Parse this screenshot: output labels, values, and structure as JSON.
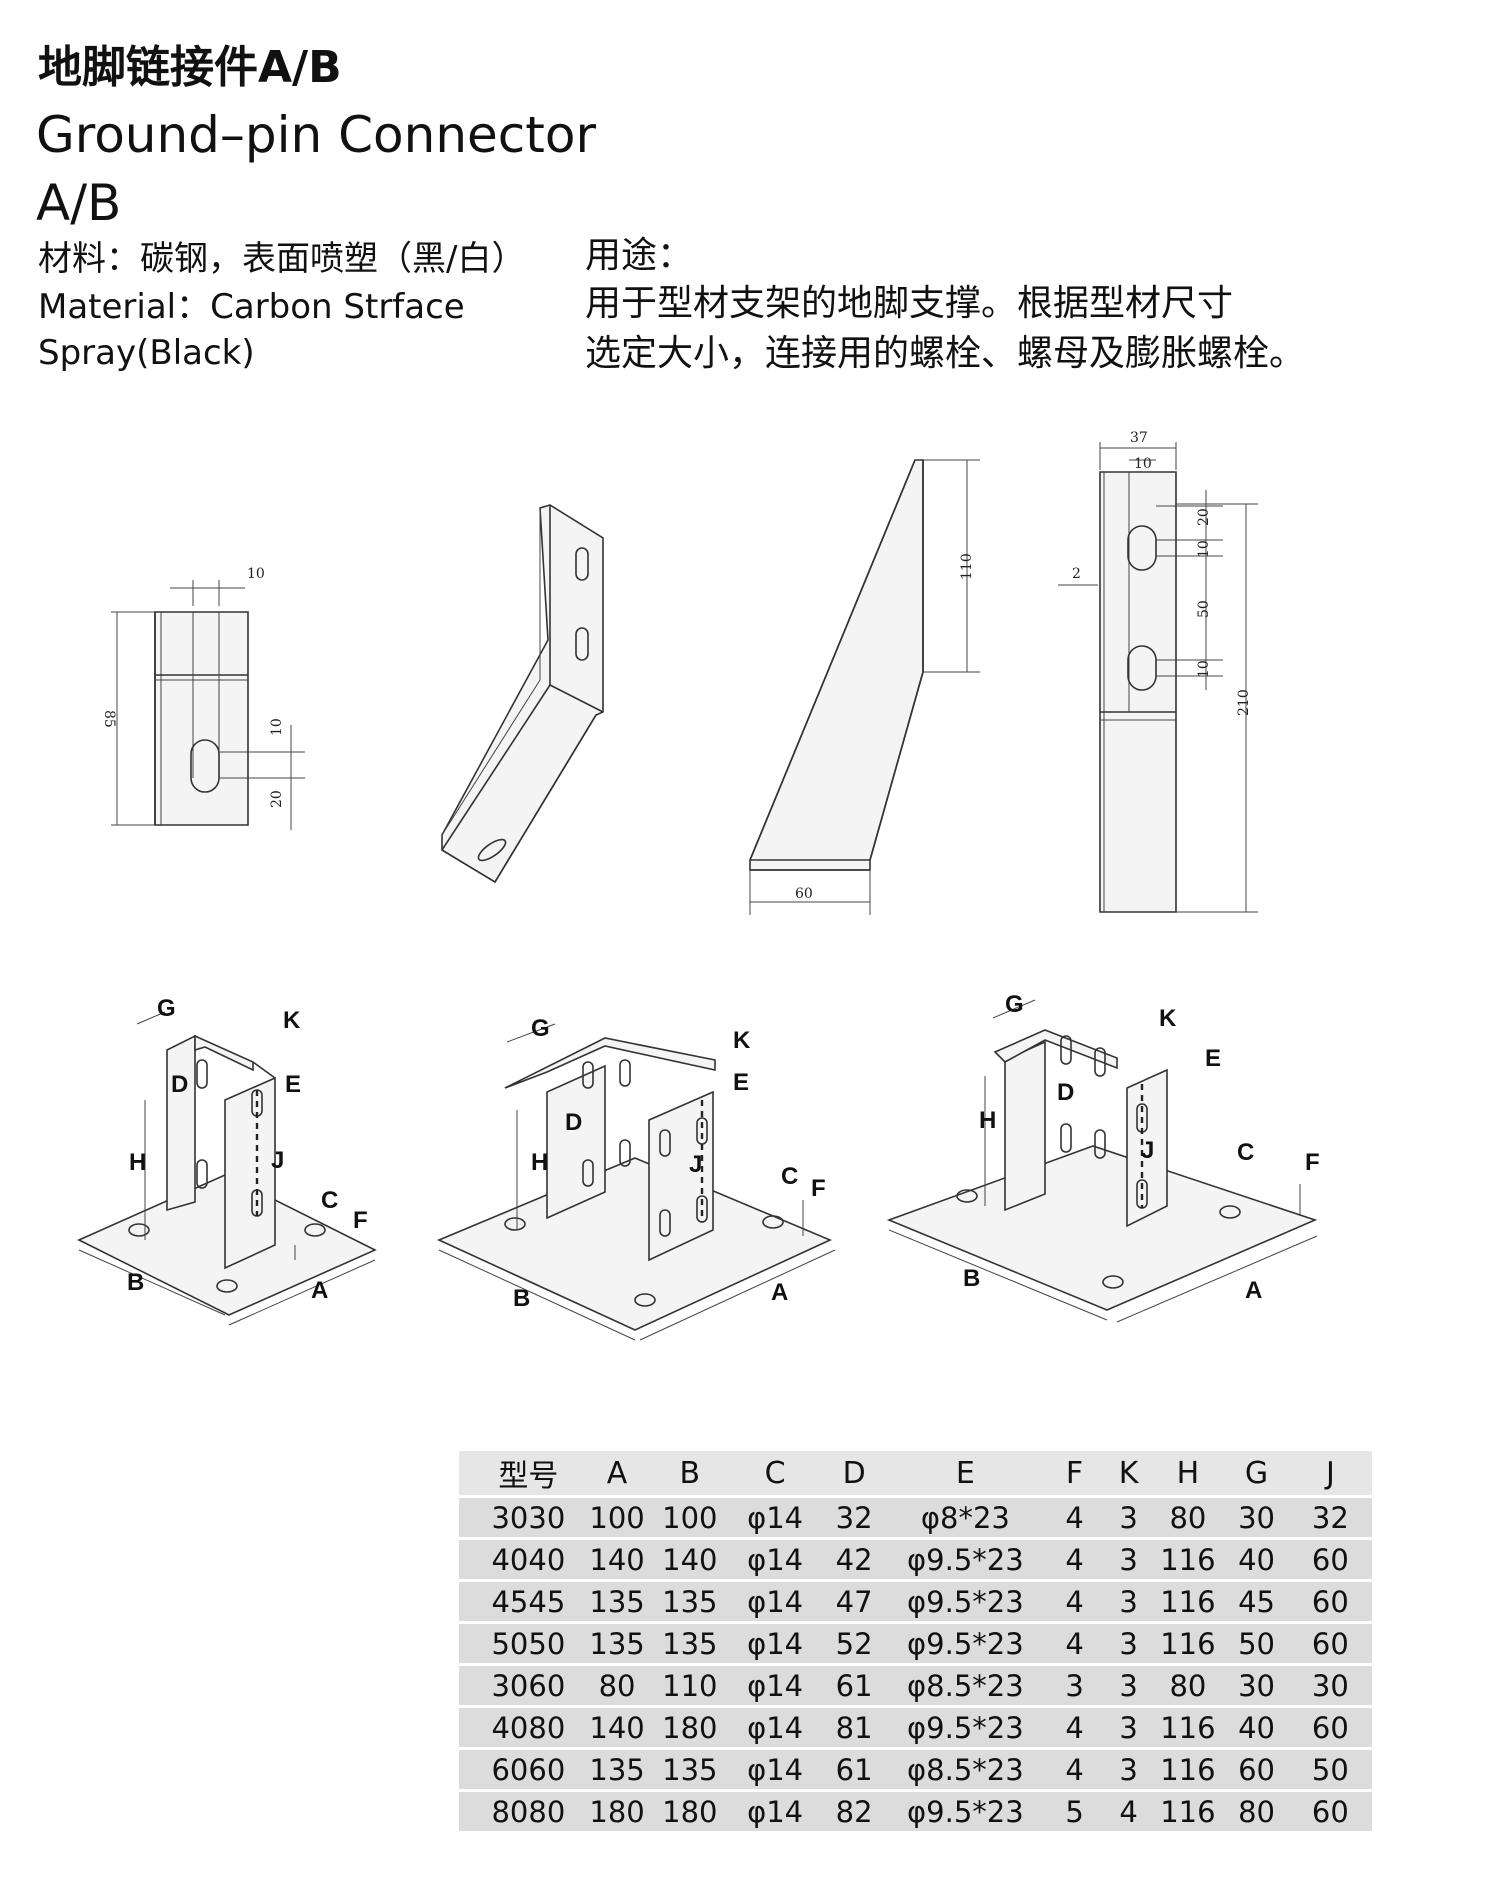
{
  "header": {
    "title_cn": "地脚链接件A/B",
    "title_en_line1": "Ground–pin Connector",
    "title_en_line2": "A/B"
  },
  "material": {
    "cn": "材料：碳钢，表面喷塑（黑/白）",
    "en_line1": "Material：Carbon Strface",
    "en_line2": "Spray(Black)"
  },
  "usage": {
    "label": "用途：",
    "line1": "用于型材支架的地脚支撑。根据型材尺寸",
    "line2": "选定大小，连接用的螺栓、螺母及膨胀螺栓。"
  },
  "drawings": {
    "front": {
      "dims": [
        "10",
        "85",
        "10",
        "20"
      ]
    },
    "side": {
      "dims": [
        "110",
        "60"
      ]
    },
    "face": {
      "dims": [
        "37",
        "10",
        "20",
        "10",
        "50",
        "10",
        "2",
        "210"
      ]
    },
    "labels": [
      "G",
      "K",
      "D",
      "E",
      "H",
      "J",
      "C",
      "F",
      "B",
      "A"
    ]
  },
  "table": {
    "columns": [
      "型号",
      "A",
      "B",
      "C",
      "D",
      "E",
      "F",
      "K",
      "H",
      "G",
      "J"
    ],
    "rows": [
      [
        "3030",
        "100",
        "100",
        "φ14",
        "32",
        "φ8*23",
        "4",
        "3",
        "80",
        "30",
        "32"
      ],
      [
        "4040",
        "140",
        "140",
        "φ14",
        "42",
        "φ9.5*23",
        "4",
        "3",
        "116",
        "40",
        "60"
      ],
      [
        "4545",
        "135",
        "135",
        "φ14",
        "47",
        "φ9.5*23",
        "4",
        "3",
        "116",
        "45",
        "60"
      ],
      [
        "5050",
        "135",
        "135",
        "φ14",
        "52",
        "φ9.5*23",
        "4",
        "3",
        "116",
        "50",
        "60"
      ],
      [
        "3060",
        "80",
        "110",
        "φ14",
        "61",
        "φ8.5*23",
        "3",
        "3",
        "80",
        "30",
        "30"
      ],
      [
        "4080",
        "140",
        "180",
        "φ14",
        "81",
        "φ9.5*23",
        "4",
        "3",
        "116",
        "40",
        "60"
      ],
      [
        "6060",
        "135",
        "135",
        "φ14",
        "61",
        "φ8.5*23",
        "4",
        "3",
        "116",
        "60",
        "50"
      ],
      [
        "8080",
        "180",
        "180",
        "φ14",
        "82",
        "φ9.5*23",
        "5",
        "4",
        "116",
        "80",
        "60"
      ]
    ]
  }
}
